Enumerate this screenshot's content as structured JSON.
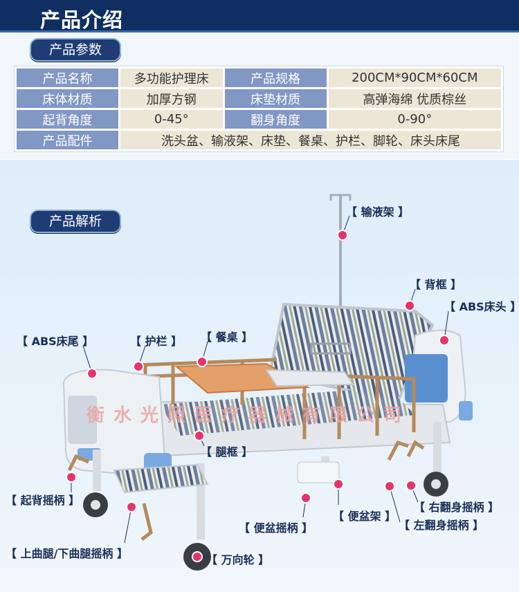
{
  "header": {
    "title": "产品介绍"
  },
  "sections": {
    "params": "产品参数",
    "analysis": "产品解析"
  },
  "spec": {
    "rows": [
      {
        "k1": "产品名称",
        "v1": "多功能护理床",
        "k2": "产品规格",
        "v2": "200CM*90CM*60CM"
      },
      {
        "k1": "床体材质",
        "v1": "加厚方钢",
        "k2": "床垫材质",
        "v2": "高弹海绵 优质棕丝"
      },
      {
        "k1": "起背角度",
        "v1": "0-45°",
        "k2": "翻身角度",
        "v2": "0-90°"
      }
    ],
    "accessories": {
      "k": "产品配件",
      "v": "洗头盆、输液架、床垫、餐桌、护栏、脚轮、床头床尾"
    }
  },
  "labels": {
    "iv_pole": "【 输液架 】",
    "back_frame": "【 背框 】",
    "abs_head": "【 ABS床头 】",
    "abs_tail": "【 ABS床尾 】",
    "guardrail": "【 护栏 】",
    "dining_table": "【 餐桌 】",
    "leg_frame": "【 腿框 】",
    "back_crank": "【 起背摇柄 】",
    "leg_crank": "【 上曲腿/下曲腿摇柄 】",
    "caster": "【 万向轮 】",
    "bedpan_crank": "【 便盆摇柄 】",
    "bedpan_rack": "【 便盆架 】",
    "right_turn_crank": "【 右翻身摇柄 】",
    "left_turn_crank": "【 左翻身摇柄 】"
  },
  "watermark": "衡水光照医疗器械有限公司",
  "colors": {
    "header": "#0f2f63",
    "pill": "#1f3d74",
    "key_cell": "#8197c4",
    "value_cell": "#ece6d6",
    "dot": "#e8336a",
    "label": "#1a2e57"
  }
}
